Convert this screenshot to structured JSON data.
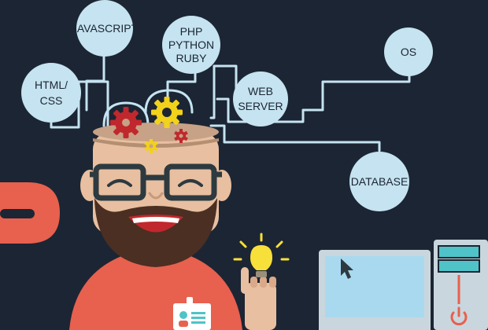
{
  "bubbles": {
    "javascript": "JAVASCRIPT",
    "php": "PHP",
    "python": "PYTHON",
    "ruby": "RUBY",
    "html": "HTML/",
    "css": "CSS",
    "web": "WEB",
    "server": "SERVER",
    "os": "OS",
    "database": "DATABASE"
  },
  "colors": {
    "background": "#1c2533",
    "bubble_fill": "#c5e3f0",
    "connector": "#c5e3f0",
    "skin": "#e8bfa0",
    "beard": "#4a2f22",
    "shirt": "#e8604e",
    "glasses": "#2d3a40",
    "gear_red": "#c0282d",
    "gear_yellow": "#f2d21b",
    "bulb": "#f7e03a",
    "screen": "#a9d9ef",
    "monitor": "#c9d6dd",
    "tower": "#c9d6dd",
    "tower_accent": "#e8604e",
    "tower_slot": "#4fc3c7"
  },
  "icons": [
    "gear-icon",
    "lightbulb-icon",
    "cursor-icon",
    "badge-icon",
    "power-icon"
  ]
}
